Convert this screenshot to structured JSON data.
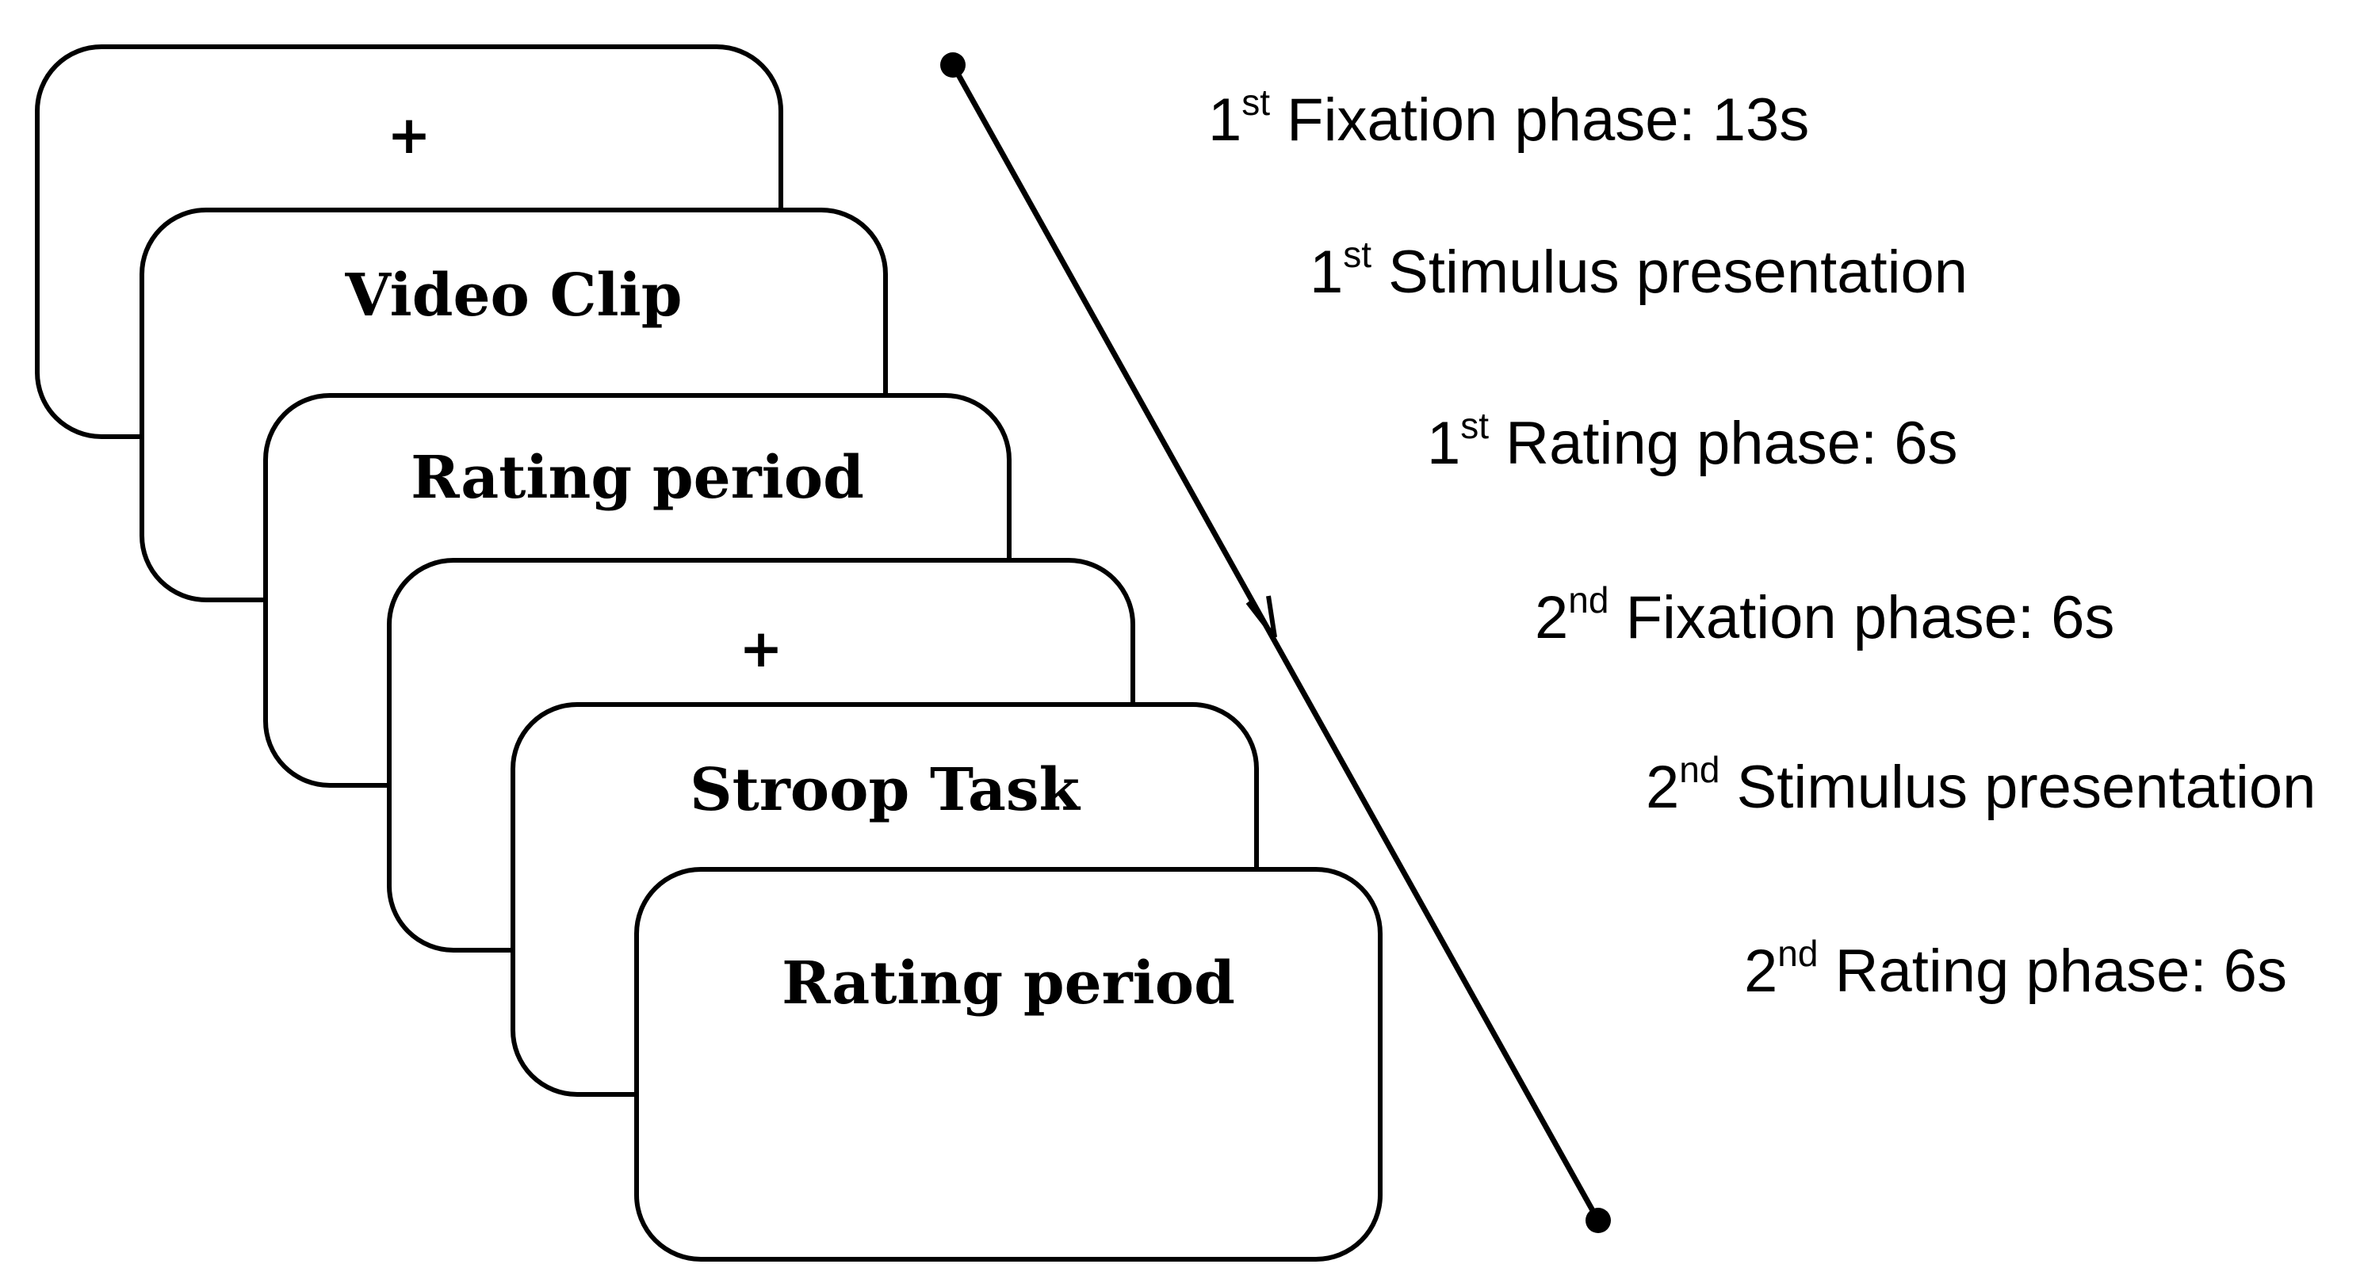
{
  "cards": [
    {
      "label": "+",
      "kind": "fixation"
    },
    {
      "label": "Video Clip",
      "kind": "stimulus"
    },
    {
      "label": "Rating period",
      "kind": "rating"
    },
    {
      "label": "+",
      "kind": "fixation"
    },
    {
      "label": "Stroop Task",
      "kind": "stimulus"
    },
    {
      "label": "Rating period",
      "kind": "rating"
    }
  ],
  "phases": [
    {
      "ordinal": "1",
      "suffix": "st",
      "text": " Fixation phase: 13s"
    },
    {
      "ordinal": "1",
      "suffix": "st",
      "text": " Stimulus presentation"
    },
    {
      "ordinal": "1",
      "suffix": "st",
      "text": " Rating phase: 6s"
    },
    {
      "ordinal": "2",
      "suffix": "nd",
      "text": " Fixation phase: 6s"
    },
    {
      "ordinal": "2",
      "suffix": "nd",
      "text": " Stimulus presentation"
    },
    {
      "ordinal": "2",
      "suffix": "nd",
      "text": " Rating phase: 6s"
    }
  ],
  "timeline": {
    "color": "#000000"
  }
}
